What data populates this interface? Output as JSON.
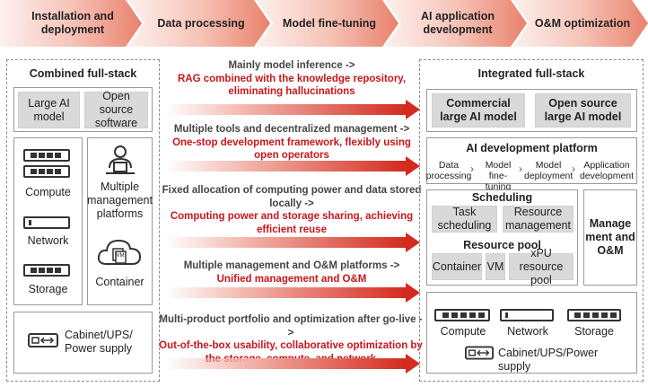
{
  "stages": [
    "Installation and deployment",
    "Data processing",
    "Model fine-tuning",
    "AI application development",
    "O&M optimization"
  ],
  "left": {
    "title": "Combined full-stack",
    "large_ai_model": "Large AI model",
    "open_source_software": "Open source software",
    "compute": "Compute",
    "network": "Network",
    "storage": "Storage",
    "multiple_management": "Multiple management platforms",
    "container": "Container",
    "vm_icon": "VM",
    "cabinet": "Cabinet/UPS/ Power supply"
  },
  "middle": [
    {
      "gray": "Mainly model inference ->",
      "red": "RAG combined with the knowledge repository, eliminating hallucinations"
    },
    {
      "gray": "Multiple tools and decentralized management ->",
      "red": "One-stop development framework, flexibly using open operators"
    },
    {
      "gray": "Fixed allocation of computing power and data stored locally ->",
      "red": "Computing power and storage sharing, achieving efficient reuse"
    },
    {
      "gray": "Multiple management and O&M platforms ->",
      "red": "Unified management and O&M"
    },
    {
      "gray": "Multi-product portfolio and optimization after go-live ->",
      "red": "Out-of-the-box usability, collaborative optimization by the storage, compute, and network"
    }
  ],
  "right": {
    "title": "Integrated full-stack",
    "commercial_model": "Commercial large AI model",
    "open_source_model": "Open source large AI model",
    "ai_dev_platform": "AI development platform",
    "dev_steps": [
      "Data processing",
      "Model fine-tuning",
      "Model deployment",
      "Application development"
    ],
    "dev_arrow": "›",
    "scheduling": "Scheduling",
    "task_scheduling": "Task scheduling",
    "resource_management": "Resource management",
    "resource_pool": "Resource pool",
    "container": "Container",
    "vm": "VM",
    "xpu": "xPU resource pool",
    "management_om": "Manage ment and O&M",
    "compute": "Compute",
    "network": "Network",
    "storage": "Storage",
    "cabinet": "Cabinet/UPS/Power supply"
  },
  "colors": {
    "accent_red": "#c8161d",
    "arrow_red": "#d42a1f",
    "gray_box": "#d9d9d9"
  }
}
